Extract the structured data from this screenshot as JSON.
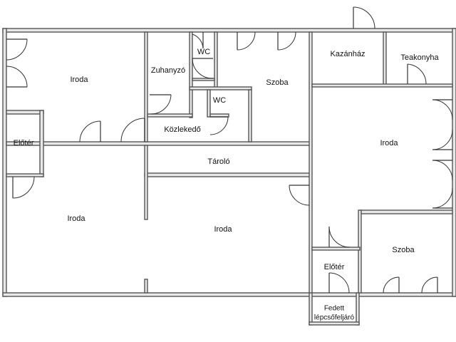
{
  "rooms": {
    "iroda_top_left": "Iroda",
    "zuhanyzo": "Zuhanyzó",
    "wc_upper": "WC",
    "wc_lower": "WC",
    "szoba_top": "Szoba",
    "kazanhaz": "Kazánház",
    "teakonyha": "Teakonyha",
    "eloter_left": "Előtér",
    "kozlekedo": "Közlekedő",
    "iroda_right": "Iroda",
    "tarolo": "Tároló",
    "iroda_bottom_left": "Iroda",
    "iroda_bottom_mid": "Iroda",
    "szoba_bottom": "Szoba",
    "eloter_bottom": "Előtér",
    "stair_line1": "Fedett",
    "stair_line2": "lépcsőfeljáró"
  }
}
